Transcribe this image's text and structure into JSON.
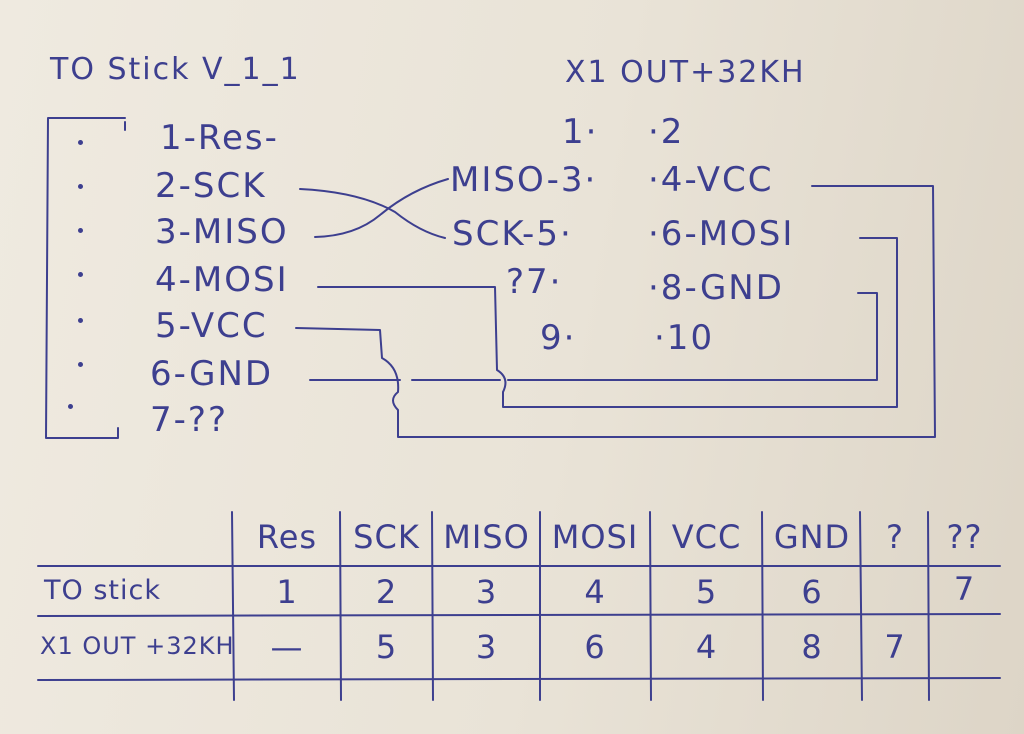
{
  "left_header": {
    "title": "TO Stick V_1_1"
  },
  "right_header": {
    "title": "X1 OUT+32KH"
  },
  "left_pins": [
    {
      "label": "1-Res-"
    },
    {
      "label": "2-SCK"
    },
    {
      "label": "3-MISO"
    },
    {
      "label": "4-MOSI"
    },
    {
      "label": "5-VCC"
    },
    {
      "label": "6-GND"
    },
    {
      "label": "7-??"
    }
  ],
  "right_pins": {
    "row1_left": "1·",
    "row1_right": "·2",
    "row2_left": "MISO-3·",
    "row2_right": "·4-VCC",
    "row3_left": "SCK-5·",
    "row3_right": "·6-MOSI",
    "row4_left": "?7·",
    "row4_right": "·8-GND",
    "row5_left": "9·",
    "row5_right": "·10"
  },
  "table": {
    "headers": [
      "Res",
      "SCK",
      "MISO",
      "MOSI",
      "VCC",
      "GND",
      "?",
      "??"
    ],
    "rows": [
      {
        "label": "TO stick",
        "cells": [
          "1",
          "2",
          "3",
          "4",
          "5",
          "6",
          "",
          "7"
        ]
      },
      {
        "label": "X1 OUT +32KH",
        "cells": [
          "—",
          "5",
          "3",
          "6",
          "4",
          "8",
          "7",
          ""
        ]
      }
    ]
  },
  "colors": {
    "ink": "#3d3f8f",
    "paper": "#ece7dc"
  }
}
